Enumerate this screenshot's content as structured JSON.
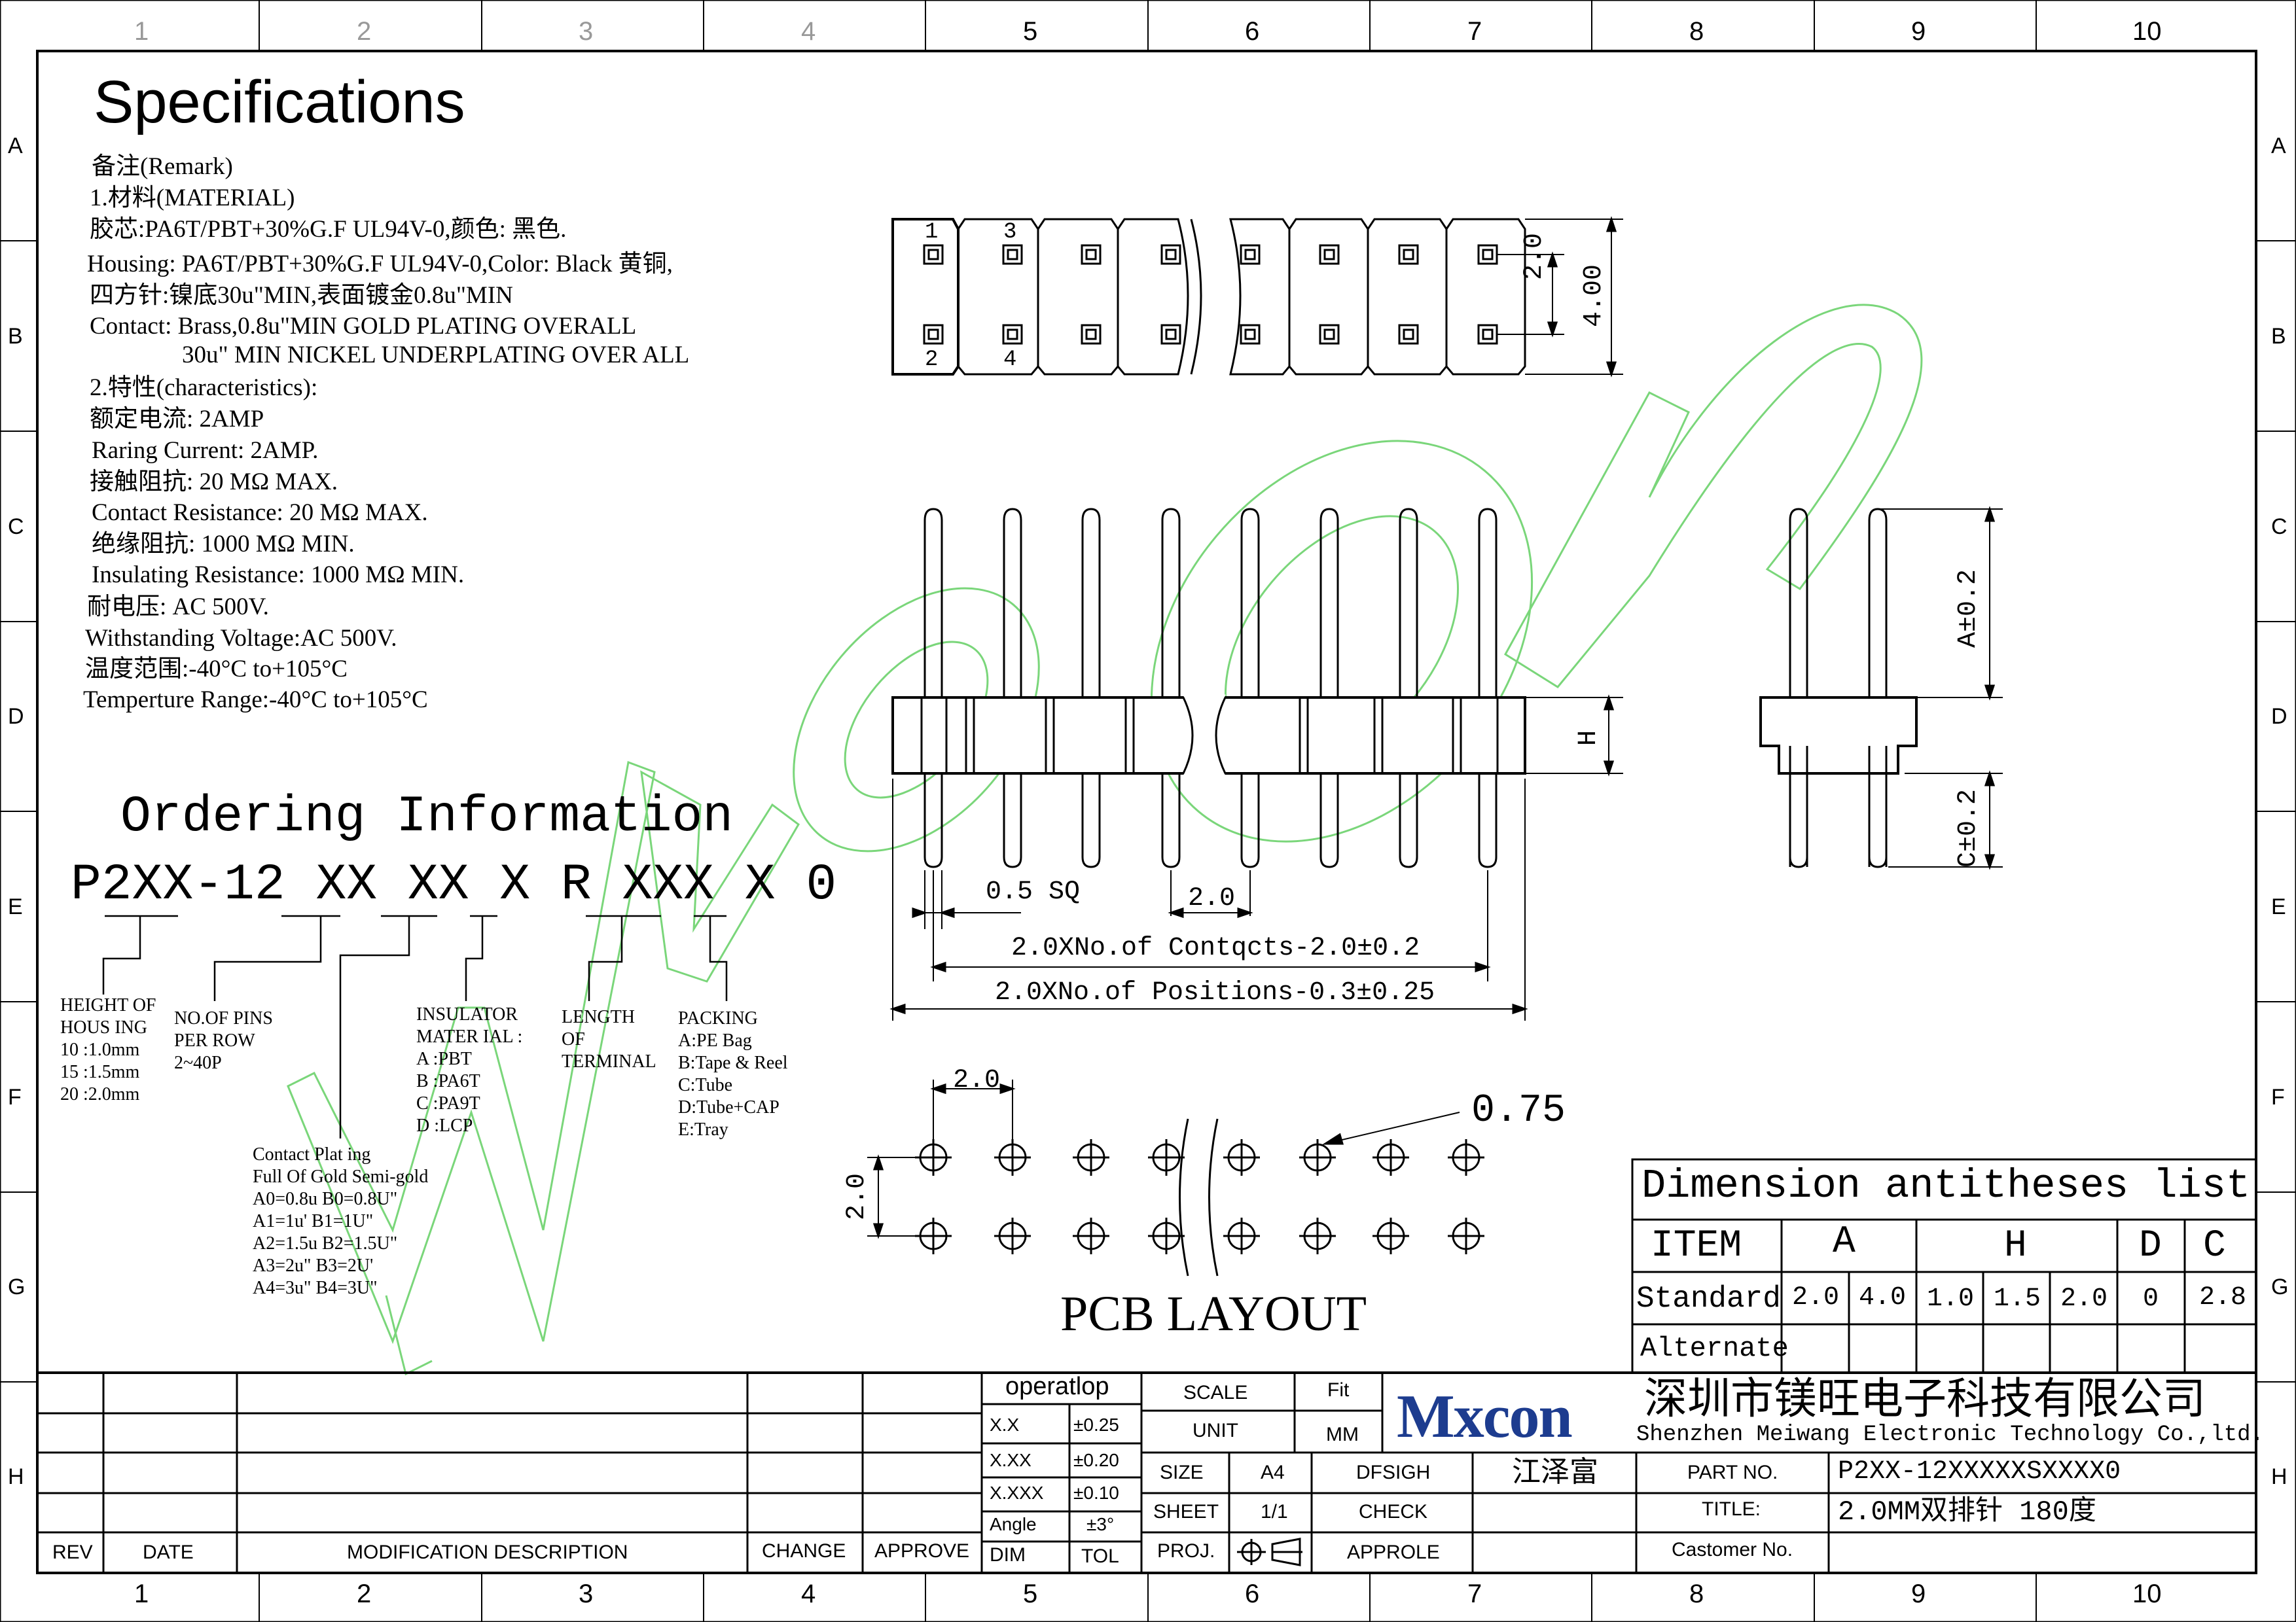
{
  "frame": {
    "col_numbers": [
      "1",
      "2",
      "3",
      "4",
      "5",
      "6",
      "7",
      "8",
      "9",
      "10"
    ],
    "row_letters": [
      "A",
      "B",
      "C",
      "D",
      "E",
      "F",
      "G",
      "H"
    ]
  },
  "specs": {
    "title": "Specifications",
    "lines": [
      "备注(Remark)",
      "1.材料(MATERIAL)",
      "胶芯:PA6T/PBT+30%G.F UL94V-0,颜色: 黑色.",
      "Housing: PA6T/PBT+30%G.F UL94V-0,Color: Black 黄铜,",
      "四方针:镍底30u\"MIN,表面镀金0.8u\"MIN",
      "Contact: Brass,0.8u\"MIN GOLD PLATING OVERALL",
      "30u\" MIN NICKEL UNDERPLATING OVER ALL",
      "2.特性(characteristics):",
      "额定电流: 2AMP",
      "Raring Current: 2AMP.",
      "接触阻抗: 20 MΩ MAX.",
      "Contact Resistance: 20 MΩ MAX.",
      "绝缘阻抗: 1000 MΩ MIN.",
      "Insulating Resistance: 1000 MΩ MIN.",
      "耐电压: AC 500V.",
      "Withstanding Voltage:AC 500V.",
      "温度范围:-40°C to+105°C",
      "Temperture Range:-40°C to+105°C"
    ]
  },
  "ordering": {
    "title": "Ordering Information",
    "code": "P2XX-12 XX XX X R XXX X 0",
    "height_of_housing": [
      "HEIGHT OF",
      "HOUS ING",
      "10 :1.0mm",
      "15 :1.5mm",
      "20 :2.0mm"
    ],
    "no_of_pins": [
      "NO.OF PINS",
      "PER ROW",
      "2~40P"
    ],
    "insulator": [
      "INSULATOR",
      "MATER IAL :",
      "A :PBT",
      "B :PA6T",
      "C :PA9T",
      "D :LCP"
    ],
    "length": [
      "LENGTH",
      "OF",
      "TERMINAL"
    ],
    "packing": [
      "PACKING",
      "A:PE Bag",
      "B:Tape & Reel",
      "C:Tube",
      "D:Tube+CAP",
      "E:Tray"
    ],
    "plating": [
      "Contact Plat ing",
      "Full Of Gold Semi-gold",
      "A0=0.8u B0=0.8U\"",
      "A1=1u' B1=1U\"",
      "A2=1.5u B2=1.5U\"",
      "A3=2u\" B3=2U'",
      "A4=3u\" B4=3U\""
    ]
  },
  "drawing": {
    "pin_top": [
      "1",
      "3"
    ],
    "pin_bottom": [
      "2",
      "4"
    ],
    "dim_2_0_v": "2.0",
    "dim_4_00": "4.00",
    "dim_A": "A±0.2",
    "dim_C": "C±0.2",
    "dim_H": "H",
    "dim_sq": "0.5 SQ",
    "dim_pitch": "2.0",
    "dim_contacts": "2.0XNo.of  Contqcts-2.0±0.2",
    "dim_positions": "2.0XNo.of  Positions-0.3±0.25",
    "pcb_pitch_h": "2.0",
    "pcb_pitch_v": "2.0",
    "pcb_hole": "0.75",
    "pcb_title": "PCB LAYOUT"
  },
  "dimension_table": {
    "title": "Dimension  antitheses list",
    "headers": [
      "ITEM",
      "A",
      "H",
      "D",
      "C"
    ],
    "standard_label": "Standard",
    "standard_values": [
      "2.0",
      "4.0",
      "1.0",
      "1.5",
      "2.0",
      "0",
      "2.8"
    ],
    "alternate_label": "Alternate"
  },
  "titleblock": {
    "rev": "REV",
    "date": "DATE",
    "mod": "MODIFICATION DESCRIPTION",
    "change": "CHANGE",
    "approve": "APPROVE",
    "operatlop": "operatlop",
    "tol_rows": [
      [
        "X.X",
        "±0.25"
      ],
      [
        "X.XX",
        "±0.20"
      ],
      [
        "X.XXX",
        "±0.10"
      ],
      [
        "Angle",
        "±3°"
      ]
    ],
    "dim": "DIM",
    "tol": "TOL",
    "scale": "SCALE",
    "scale_val": "Fit",
    "unit": "UNIT",
    "unit_val": "MM",
    "size": "SIZE",
    "size_val": "A4",
    "sheet": "SHEET",
    "sheet_val": "1/1",
    "proj": "PROJ.",
    "dfsigh": "DFSIGH",
    "dfsigh_val": "江泽富",
    "check": "CHECK",
    "approle": "APPROLE",
    "logo": "Mxcon",
    "company_cn": "深圳市镁旺电子科技有限公司",
    "company_en": "Shenzhen Meiwang Electronic Technology Co.,ltd.",
    "part_no": "PART NO.",
    "part_no_val": "P2XX-12XXXXXSXXXX0",
    "title_lbl": "TITLE:",
    "title_val": "2.0MM双排针  180度",
    "customer": "Castomer No."
  },
  "colors": {
    "line": "#000000",
    "watermark": "#7ad67a"
  }
}
